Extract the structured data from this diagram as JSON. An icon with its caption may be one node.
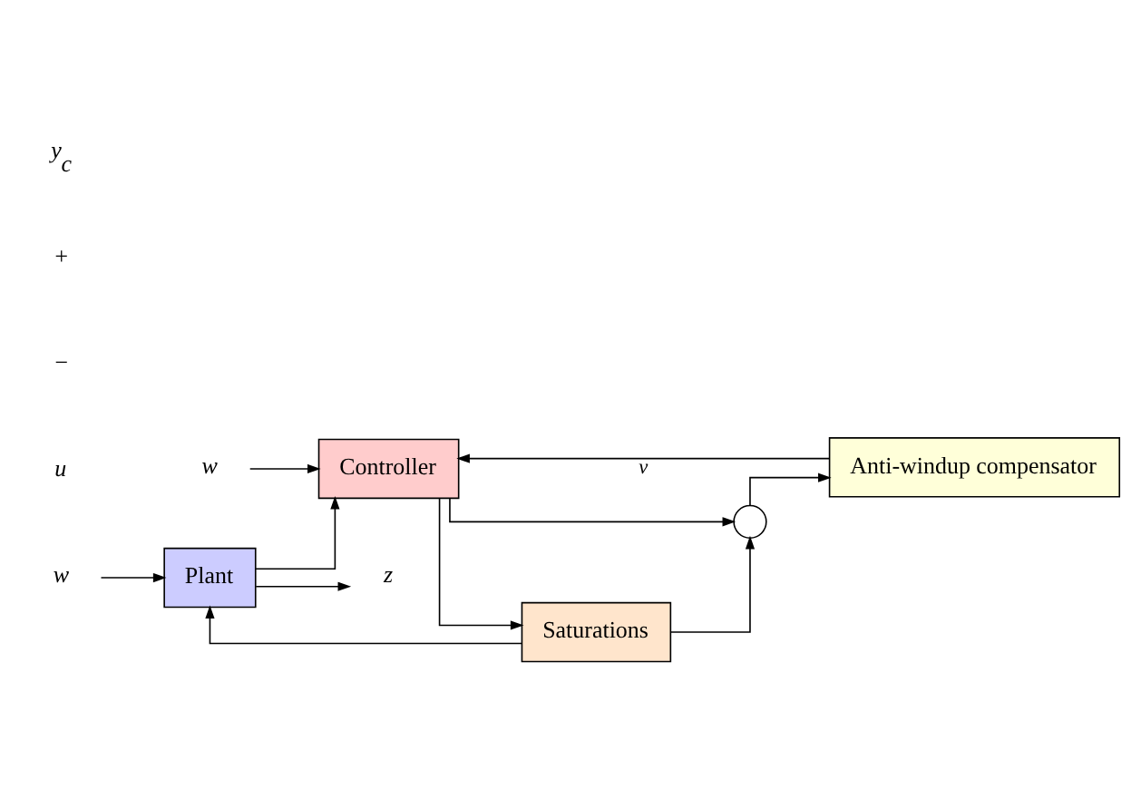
{
  "diagram": {
    "nodes": [
      {
        "text": [
          "w"
        ]
      },
      {
        "text": [
          "Plant"
        ]
      },
      {
        "text": [
          "z"
        ]
      },
      {
        "text": [
          "Saturations"
        ]
      },
      {
        "text": [],
        "shape": "circle"
      },
      {
        "text": [
          "Anti-windup compensator"
        ]
      },
      {
        "text": [
          "Controller"
        ]
      },
      {
        "text": [
          "w"
        ]
      }
    ],
    "edges": [
      {
        "from": 0,
        "to": 1,
        "arrow": "to"
      },
      {
        "from": 1,
        "to": 2,
        "arrow": "to"
      },
      {
        "from": 3,
        "to": 1,
        "arrow": "to"
      },
      {
        "from": 3,
        "to": 4,
        "arrow": "to"
      },
      {
        "from": 4,
        "to": 5,
        "arrow": "to"
      },
      {
        "from": 5,
        "to": 6,
        "label": "v",
        "arrow": "to"
      },
      {
        "from": 1,
        "to": 6,
        "arrow": "to"
      },
      {
        "from": 6,
        "to": 3,
        "arrow": "to"
      },
      {
        "from": 6,
        "to": 4,
        "arrow": "to"
      },
      {
        "from": 7,
        "to": 6,
        "arrow": "to"
      }
    ],
    "labels": [
      "u",
      "−",
      "+",
      "y$_{c}$"
    ]
  }
}
